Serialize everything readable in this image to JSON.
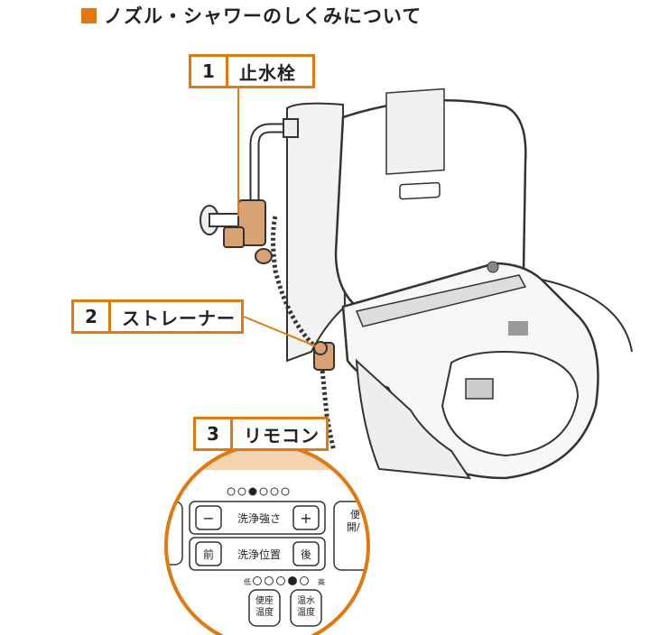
{
  "title": "ノズル・シャワーのしくみについて",
  "callouts": [
    {
      "number": "1",
      "label": "止水栓"
    },
    {
      "number": "2",
      "label": "ストレーナー"
    },
    {
      "number": "3",
      "label": "リモコン"
    }
  ],
  "remote": {
    "strength_label": "洗浄強さ",
    "position_label": "洗浄位置",
    "minus": "−",
    "plus": "+",
    "front": "前",
    "back": "後",
    "low": "低",
    "high": "高",
    "seat_temp": [
      "便座",
      "温度"
    ],
    "water_temp": [
      "温水",
      "温度"
    ],
    "lid_partial": [
      "便",
      "開/"
    ],
    "strength_level": 3,
    "temp_level": 4,
    "dot_count": 6
  },
  "colors": {
    "accent": "#e07a10",
    "copper": "#d9a273",
    "line": "#333333"
  }
}
